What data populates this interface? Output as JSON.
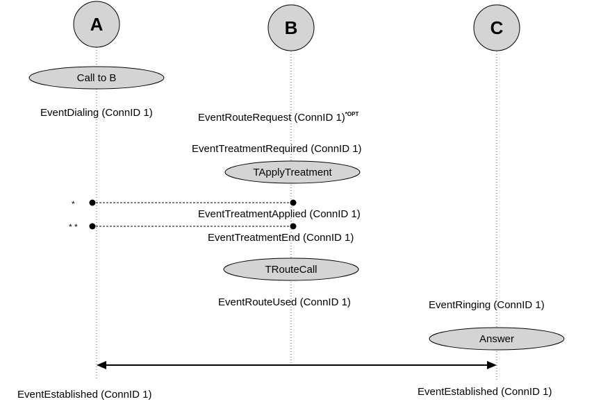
{
  "nodes": {
    "a": "A",
    "b": "B",
    "c": "C"
  },
  "actions": {
    "call_to_b": "Call to B",
    "tapply_treatment": "TApplyTreatment",
    "troute_call": "TRouteCall",
    "answer": "Answer"
  },
  "events": {
    "event_dialing": "EventDialing (ConnID 1)",
    "event_route_request": "EventRouteRequest (ConnID 1)",
    "event_route_request_sup": "*OPT",
    "event_treatment_required": "EventTreatmentRequired (ConnID 1)",
    "event_treatment_applied": "EventTreatmentApplied (ConnID 1)",
    "event_treatment_end": "EventTreatmentEnd (ConnID 1)",
    "event_route_used": "EventRouteUsed (ConnID 1)",
    "event_ringing": "EventRinging (ConnID 1)",
    "event_established_a": "EventEstablished (ConnID 1)",
    "event_established_c": "EventEstablished (ConnID 1)"
  },
  "markers": {
    "single": "*",
    "double": "* *"
  },
  "colors": {
    "node_fill": "#d4d4d4",
    "pill_fill": "#d4d4d4",
    "stroke": "#000000"
  }
}
